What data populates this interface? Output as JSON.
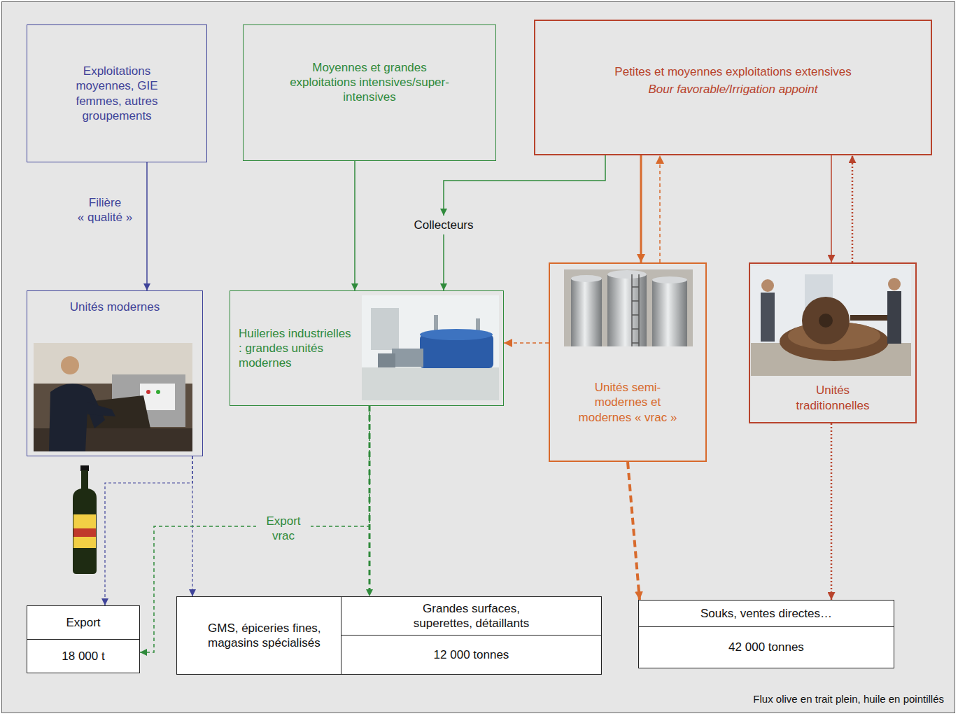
{
  "diagram": {
    "nodes": [
      {
        "text": [
          "Exploitations moyennes, GIE femmes, autres groupements"
        ]
      },
      {
        "text": [
          "Moyennes et grandes exploitations intensives/super-intensives"
        ]
      },
      {
        "text": [
          "Petites et moyennes exploitations extensives",
          "Bour favorable/Irrigation appoint"
        ]
      },
      {
        "text": [
          "Collecteurs"
        ]
      },
      {
        "text": [
          "Unités modernes"
        ]
      },
      {
        "text": [
          "Huileries industrielles : grandes unités modernes"
        ]
      },
      {
        "text": [
          "Unités semi-modernes et modernes « vrac »"
        ]
      },
      {
        "text": [
          "Unités traditionnelles"
        ]
      },
      {
        "text": [
          "Export",
          "18 000 t"
        ]
      },
      {
        "text": [
          "GMS, épiceries fines, magasins spécialisés",
          "Grandes surfaces, superettes, détaillants",
          "12 000 tonnes"
        ]
      },
      {
        "text": [
          "Souks, ventes directes…",
          "42 000 tonnes"
        ]
      }
    ],
    "edges": [
      {
        "from": 0,
        "to": 4,
        "arrow": "to",
        "label": "Filière « qualité »"
      },
      {
        "from": 1,
        "to": 5,
        "arrow": "to"
      },
      {
        "from": 2,
        "to": 3,
        "arrow": "to"
      },
      {
        "from": 3,
        "to": 5,
        "arrow": "to"
      },
      {
        "from": 2,
        "to": 6,
        "arrow": "to"
      },
      {
        "from": 6,
        "to": 2,
        "arrow": "to"
      },
      {
        "from": 2,
        "to": 7,
        "arrow": "to"
      },
      {
        "from": 7,
        "to": 2,
        "arrow": "to"
      },
      {
        "from": 6,
        "to": 5,
        "arrow": "to"
      },
      {
        "from": 4,
        "to": 8,
        "arrow": "to"
      },
      {
        "from": 4,
        "to": 9,
        "arrow": "to"
      },
      {
        "from": 5,
        "to": 8,
        "arrow": "to",
        "label": "Export vrac"
      },
      {
        "from": 5,
        "to": 9,
        "arrow": "to"
      },
      {
        "from": 6,
        "to": 10,
        "arrow": "to"
      },
      {
        "from": 7,
        "to": 10,
        "arrow": "to"
      }
    ],
    "labels": [
      "Flux olive en trait plein, huile en pointillés"
    ]
  }
}
